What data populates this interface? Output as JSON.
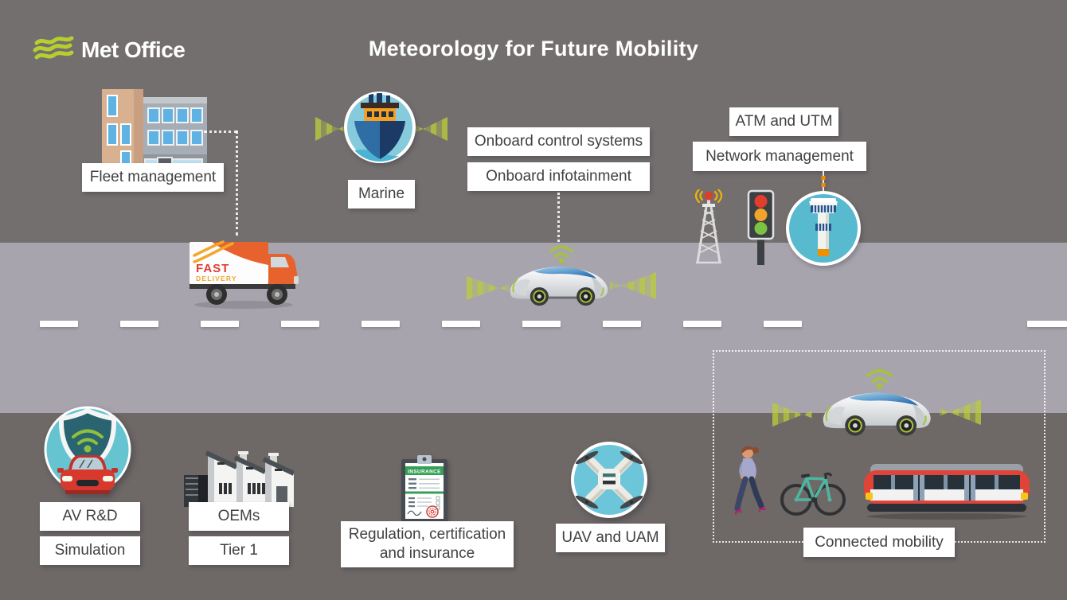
{
  "header": {
    "logo_text": "Met Office",
    "title": "Meteorology for Future Mobility"
  },
  "labels": {
    "fleet_management": "Fleet management",
    "marine": "Marine",
    "onboard_control": "Onboard control systems",
    "onboard_infotainment": "Onboard infotainment",
    "atm_utm": "ATM and UTM",
    "network_management": "Network management",
    "av_rd": "AV R&D",
    "simulation": "Simulation",
    "oems": "OEMs",
    "tier1": "Tier 1",
    "regulation_line1": "Regulation, certification",
    "regulation_line2": "and insurance",
    "uav_uam": "UAV and UAM",
    "connected_mobility": "Connected mobility"
  },
  "truck": {
    "text_top": "FAST",
    "text_bottom": "DELIVERY"
  },
  "insurance_doc": {
    "header": "INSURANCE"
  },
  "icons": {
    "logo": "met-office-waves",
    "fleet": "office-building",
    "marine": "cargo-ship-badge",
    "freight": "delivery-truck",
    "road_vehicle": "autonomous-car-with-wifi-and-sensor-beams",
    "network": [
      "radio-tower",
      "traffic-light",
      "control-tower-badge"
    ],
    "av_rd": "shield-car-badge",
    "oem": "factory",
    "regulation": "insurance-clipboard",
    "uav": "drone-badge",
    "connected": [
      "autonomous-car",
      "pedestrian",
      "bicycle",
      "train"
    ]
  },
  "colors": {
    "background_top": "#746f6f",
    "road": "#a8a4ad",
    "background_bottom": "#6e6867",
    "label_background": "#ffffff",
    "label_text": "#414141",
    "logo_green": "#b5cf2f",
    "signal_green": "#a6c23c",
    "badge_teal": "#62c1d3",
    "truck_orange": "#e8622d",
    "fast_red": "#e03c31",
    "delivery_orange": "#f2a62c",
    "insurance_green": "#35a055",
    "stamp_red": "#d64541",
    "train_red": "#e04338",
    "bike_teal": "#4db6a0",
    "car_red": "#d8392e",
    "traffic_red": "#e23d2e",
    "traffic_amber": "#f2a32c",
    "traffic_green": "#7dc242"
  }
}
